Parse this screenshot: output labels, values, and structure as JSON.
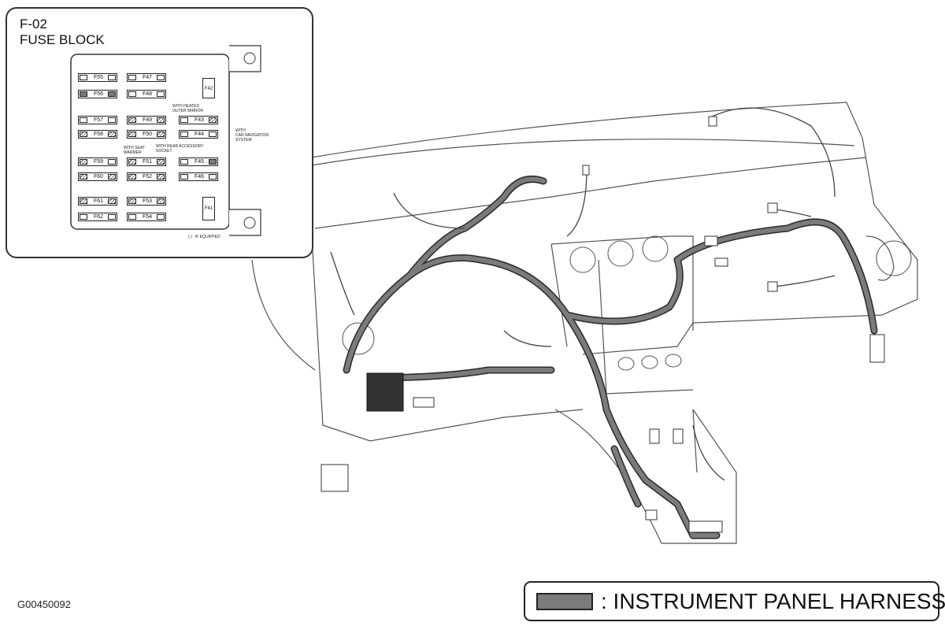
{
  "inset": {
    "code": "F-02",
    "title": "FUSE BLOCK",
    "footnote": "( ) : IF EQUIPPED"
  },
  "fuses": [
    {
      "id": "F55",
      "style": "plain"
    },
    {
      "id": "F56",
      "style": "dark"
    },
    {
      "id": "F57",
      "style": "plain"
    },
    {
      "id": "F58",
      "style": "hatched"
    },
    {
      "id": "F59",
      "style": "hatched"
    },
    {
      "id": "F60",
      "style": "hatched"
    },
    {
      "id": "F61",
      "style": "hatched"
    },
    {
      "id": "F62",
      "style": "plain"
    },
    {
      "id": "F47",
      "style": "plain"
    },
    {
      "id": "F48",
      "style": "plain"
    },
    {
      "id": "F49",
      "style": "hatched"
    },
    {
      "id": "F50",
      "style": "hatched"
    },
    {
      "id": "F51",
      "style": "hatched"
    },
    {
      "id": "F52",
      "style": "hatched"
    },
    {
      "id": "F53",
      "style": "hatched"
    },
    {
      "id": "F54",
      "style": "plain"
    },
    {
      "id": "F42",
      "style": "plain"
    },
    {
      "id": "F43",
      "style": "hatched"
    },
    {
      "id": "F44",
      "style": "plain"
    },
    {
      "id": "F45",
      "style": "dark"
    },
    {
      "id": "F46",
      "style": "plain"
    },
    {
      "id": "F41",
      "style": "hatched"
    }
  ],
  "notes": {
    "heated_mirror": "WITH HEATED\nOUTER MIRROR",
    "navigation": "WITH\nCAR NAVIGATION\nSYSTEM",
    "seat_warmer": "WITH SEAT\nWARMER",
    "rear_socket": "WITH REAR ACCESSORY\nSOCKET"
  },
  "legend": {
    "label": ": INSTRUMENT PANEL HARNESS",
    "swatch_color": "#7b7b7b"
  },
  "figure_code": "G00450092"
}
